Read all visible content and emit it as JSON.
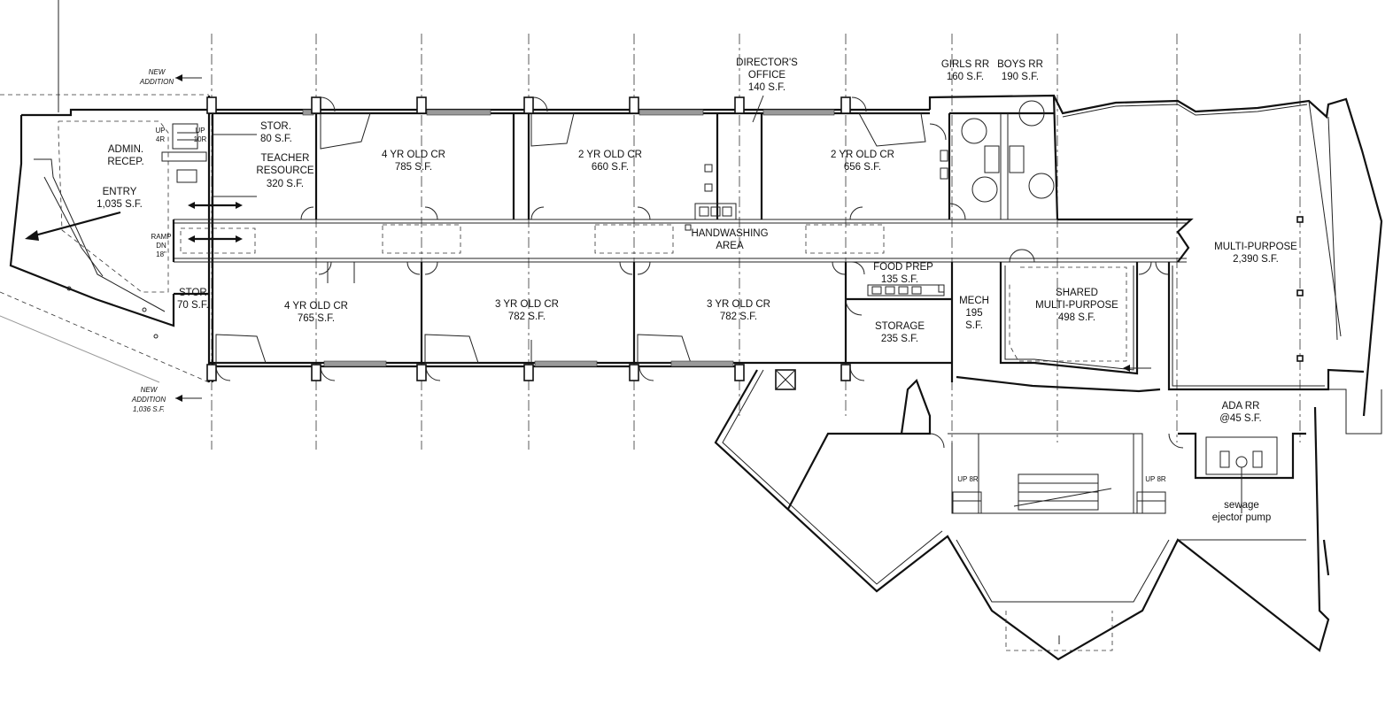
{
  "drawing": {
    "rooms": [
      {
        "id": "entry",
        "name": "ENTRY",
        "area": "1,035 S.F."
      },
      {
        "id": "admin",
        "name": "ADMIN.",
        "area": "RECEP."
      },
      {
        "id": "stor-top",
        "name": "STOR.",
        "area": "80 S.F."
      },
      {
        "id": "teacher",
        "name": "TEACHER",
        "name2": "RESOURCE",
        "area": "320 S.F."
      },
      {
        "id": "cr-4yr-top",
        "name": "4 YR OLD CR",
        "area": "785 S.F."
      },
      {
        "id": "cr-2yr-a",
        "name": "2 YR OLD CR",
        "area": "660 S.F."
      },
      {
        "id": "director",
        "name": "DIRECTOR'S",
        "name2": "OFFICE",
        "area": "140 S.F."
      },
      {
        "id": "cr-2yr-b",
        "name": "2 YR OLD CR",
        "area": "656 S.F."
      },
      {
        "id": "girls-rr",
        "name": "GIRLS RR",
        "area": "160 S.F."
      },
      {
        "id": "boys-rr",
        "name": "BOYS RR",
        "area": "190 S.F."
      },
      {
        "id": "handwashing",
        "name": "HANDWASHING",
        "name2": "AREA"
      },
      {
        "id": "multipurpose",
        "name": "MULTI-PURPOSE",
        "area": "2,390 S.F."
      },
      {
        "id": "stor-bottom",
        "name": "STOR.",
        "area": "70 S.F."
      },
      {
        "id": "cr-4yr-bottom",
        "name": "4 YR OLD CR",
        "area": "765 S.F."
      },
      {
        "id": "cr-3yr-a",
        "name": "3 YR OLD CR",
        "area": "782 S.F."
      },
      {
        "id": "cr-3yr-b",
        "name": "3 YR OLD CR",
        "area": "782 S.F."
      },
      {
        "id": "food-prep",
        "name": "FOOD PREP",
        "area": "135 S.F."
      },
      {
        "id": "storage",
        "name": "STORAGE",
        "area": "235 S.F."
      },
      {
        "id": "mech",
        "name": "MECH",
        "name2": "195",
        "area": "S.F."
      },
      {
        "id": "shared-mp",
        "name": "SHARED",
        "name2": "MULTI-PURPOSE",
        "area": "498 S.F."
      },
      {
        "id": "ada-rr",
        "name": "ADA RR",
        "area": "@45 S.F."
      }
    ],
    "annotations": {
      "new_addition_top_1": "NEW",
      "new_addition_top_2": "ADDITION",
      "new_addition_bottom_1": "NEW",
      "new_addition_bottom_2": "ADDITION",
      "new_addition_bottom_3": "1,036 S.F.",
      "ramp_1": "RAMP",
      "ramp_2": "DN",
      "ramp_3": "18\"",
      "up_4r_1": "UP",
      "up_4r_2": "4R",
      "up_10r_1": "UP",
      "up_10r_2": "10R",
      "up_8r_left": "UP 8R",
      "up_8r_right": "UP 8R",
      "sewage_1": "sewage",
      "sewage_2": "ejector pump"
    }
  }
}
